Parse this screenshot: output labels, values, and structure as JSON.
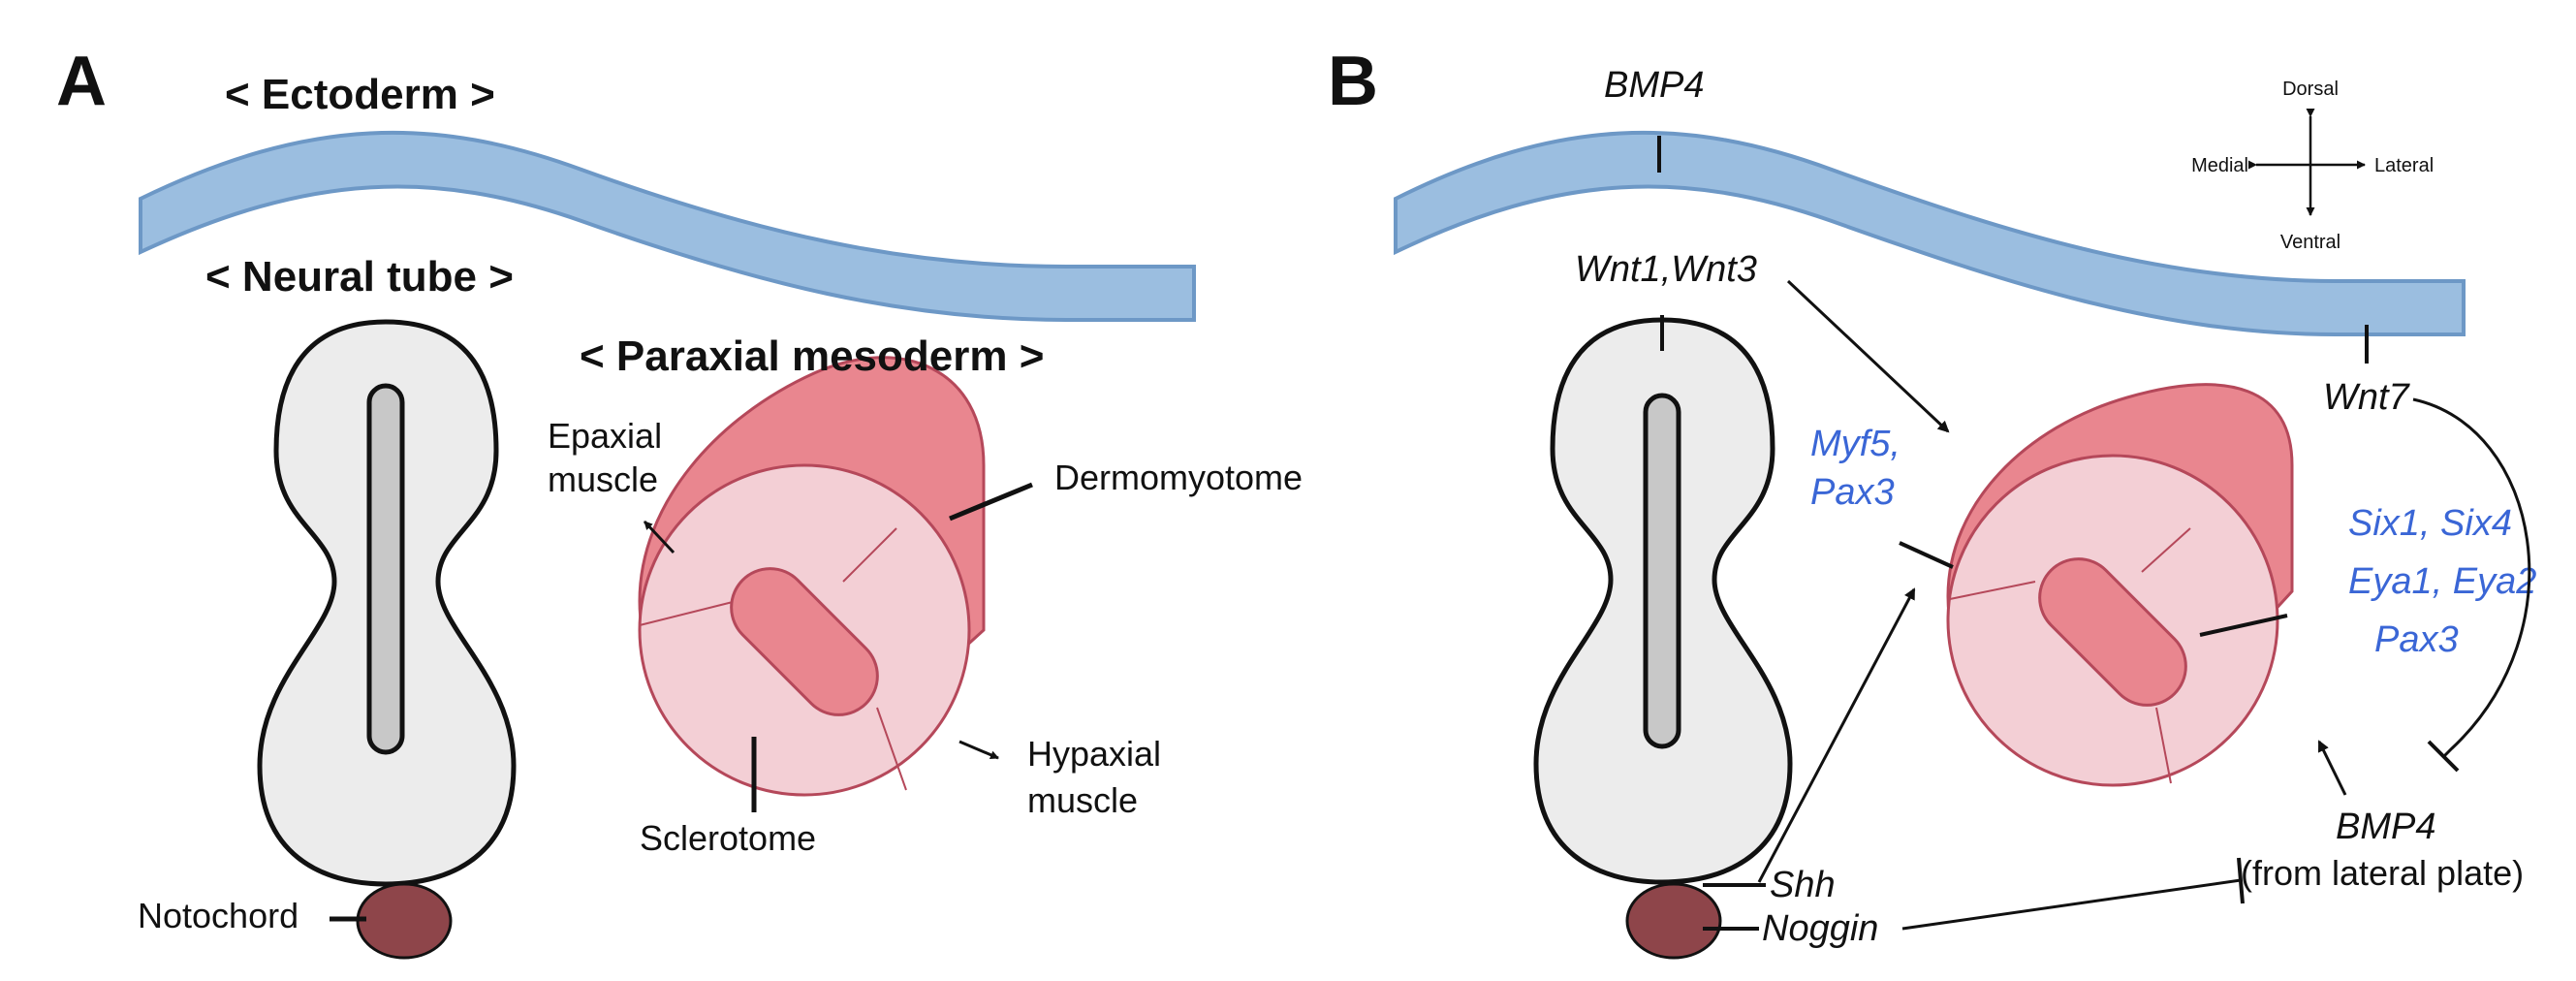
{
  "colors": {
    "ectoderm_fill": "#9bbee0",
    "ectoderm_stroke": "#6d98c6",
    "neural_tube_fill": "#ececec",
    "neural_canal_fill": "#c8c8c8",
    "somite_top": "#e9868f",
    "somite_face": "#f3cfd5",
    "somite_stroke": "#b5485a",
    "notochord": "#8e454a",
    "gene_blue": "#3a66d6"
  },
  "panel_a": {
    "letter": "A",
    "ectoderm": "< Ectoderm >",
    "neural_tube": "< Neural tube >",
    "paraxial_mesoderm": "< Paraxial mesoderm >",
    "epaxial_line1": "Epaxial",
    "epaxial_line2": "muscle",
    "dermomyotome": "Dermomyotome",
    "hypaxial_line1": "Hypaxial",
    "hypaxial_line2": "muscle",
    "sclerotome": "Sclerotome",
    "notochord": "Notochord"
  },
  "panel_b": {
    "letter": "B",
    "bmp4_top": "BMP4",
    "wnt1_wnt3": "Wnt1,Wnt3",
    "myf5_line1": "Myf5,",
    "myf5_line2": "Pax3",
    "six_line1": "Six1, Six4",
    "six_line2": "Eya1, Eya2",
    "six_line3": "Pax3",
    "wnt7": "Wnt7",
    "bmp4_lateral_line1": "BMP4",
    "bmp4_lateral_line2": "(from lateral plate)",
    "shh": "Shh",
    "noggin": "Noggin",
    "compass": {
      "dorsal": "Dorsal",
      "ventral": "Ventral",
      "medial": "Medial",
      "lateral": "Lateral"
    }
  }
}
